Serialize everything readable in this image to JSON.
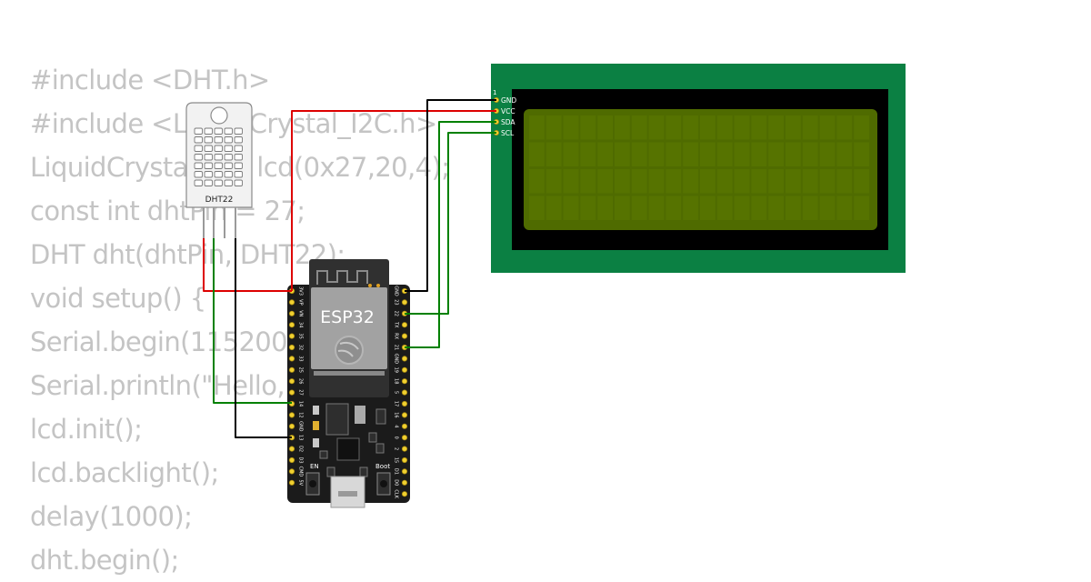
{
  "code_lines": [
    "#include <DHT.h>",
    "#include <LiquidCrystal_I2C.h>",
    "LiquidCrystal_I2C lcd(0x27,20,4);",
    "const int dhtPin = 27;",
    "DHT dht(dhtPin, DHT22);",
    "void setup() {",
    "Serial.begin(115200);",
    "Serial.println(\"Hello, ESP32!\");",
    "lcd.init();",
    "lcd.backlight();",
    "delay(1000);",
    "dht.begin();"
  ],
  "sensor": {
    "label": "DHT22"
  },
  "board": {
    "label": "ESP32",
    "en_label": "EN",
    "boot_label": "Boot",
    "left_pins": [
      "3V3",
      "VP",
      "VN",
      "34",
      "35",
      "32",
      "33",
      "25",
      "26",
      "27",
      "14",
      "12",
      "GND",
      "13",
      "D2",
      "D3",
      "CMD",
      "5V"
    ],
    "right_pins": [
      "GND",
      "23",
      "22",
      "TX",
      "RX",
      "21",
      "GND",
      "19",
      "18",
      "5",
      "17",
      "16",
      "4",
      "0",
      "2",
      "15",
      "D1",
      "D0",
      "CLK"
    ]
  },
  "lcd": {
    "pin1_label": "1",
    "pins": [
      "GND",
      "VCC",
      "SDA",
      "SCL"
    ],
    "rows": 4,
    "cols": 20,
    "colors": {
      "pcb": "#0b8043",
      "bezel": "#000000",
      "screen": "#4f6b00"
    }
  },
  "wire_colors": {
    "power": "#dd0000",
    "ground": "#000000",
    "data": "#008000"
  }
}
